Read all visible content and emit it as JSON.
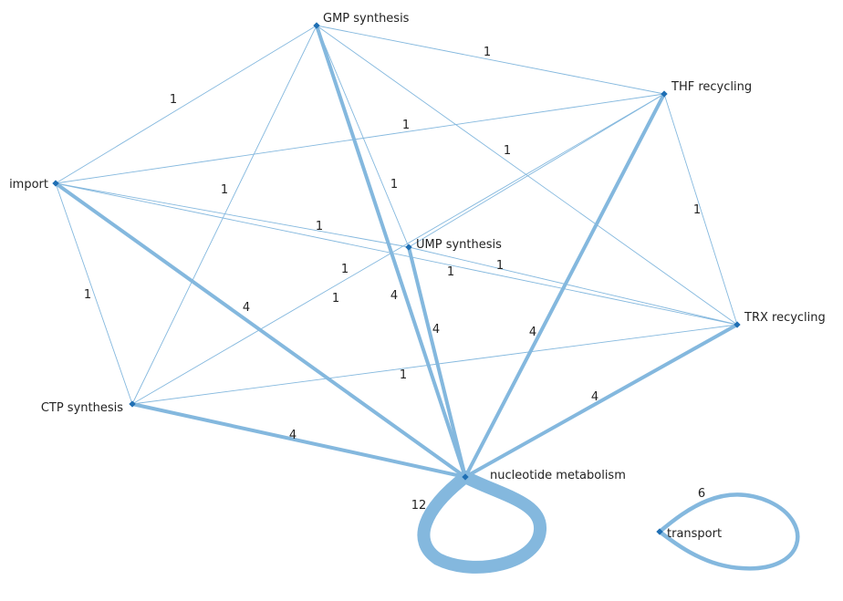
{
  "colors": {
    "edge": "#84b8de",
    "node": "#1f6fb4",
    "label": "#222222",
    "background": "#ffffff"
  },
  "nodes": [
    {
      "id": "gmp",
      "label": "GMP synthesis"
    },
    {
      "id": "thf",
      "label": "THF recycling"
    },
    {
      "id": "import",
      "label": "import"
    },
    {
      "id": "ump",
      "label": "UMP synthesis"
    },
    {
      "id": "trx",
      "label": "TRX recycling"
    },
    {
      "id": "ctp",
      "label": "CTP synthesis"
    },
    {
      "id": "nuc",
      "label": "nucleotide metabolism"
    },
    {
      "id": "transport",
      "label": "transport"
    }
  ],
  "edges": [
    {
      "source": "gmp",
      "target": "thf",
      "weight": 1,
      "label": "1"
    },
    {
      "source": "gmp",
      "target": "import",
      "weight": 1,
      "label": "1"
    },
    {
      "source": "gmp",
      "target": "ctp",
      "weight": 1,
      "label": "1"
    },
    {
      "source": "gmp",
      "target": "ump",
      "weight": 1,
      "label": "1"
    },
    {
      "source": "gmp",
      "target": "trx",
      "weight": 1,
      "label": "1"
    },
    {
      "source": "gmp",
      "target": "nuc",
      "weight": 4,
      "label": "4"
    },
    {
      "source": "import",
      "target": "thf",
      "weight": 1,
      "label": "1"
    },
    {
      "source": "import",
      "target": "ump",
      "weight": 1,
      "label": "1"
    },
    {
      "source": "import",
      "target": "trx",
      "weight": 1,
      "label": "1"
    },
    {
      "source": "import",
      "target": "ctp",
      "weight": 1,
      "label": "1"
    },
    {
      "source": "import",
      "target": "nuc",
      "weight": 4,
      "label": "4"
    },
    {
      "source": "thf",
      "target": "ctp",
      "weight": 1,
      "label": "1"
    },
    {
      "source": "thf",
      "target": "ump",
      "weight": 1,
      "label": "1"
    },
    {
      "source": "thf",
      "target": "trx",
      "weight": 1,
      "label": "1"
    },
    {
      "source": "thf",
      "target": "nuc",
      "weight": 4,
      "label": "4"
    },
    {
      "source": "ump",
      "target": "trx",
      "weight": 1,
      "label": "1"
    },
    {
      "source": "ump",
      "target": "nuc",
      "weight": 4,
      "label": "4"
    },
    {
      "source": "trx",
      "target": "ctp",
      "weight": 1,
      "label": "1"
    },
    {
      "source": "trx",
      "target": "nuc",
      "weight": 4,
      "label": "4"
    },
    {
      "source": "ctp",
      "target": "nuc",
      "weight": 4,
      "label": "4"
    },
    {
      "source": "nuc",
      "target": "nuc",
      "weight": 12,
      "label": "12"
    },
    {
      "source": "transport",
      "target": "transport",
      "weight": 6,
      "label": "6"
    }
  ]
}
